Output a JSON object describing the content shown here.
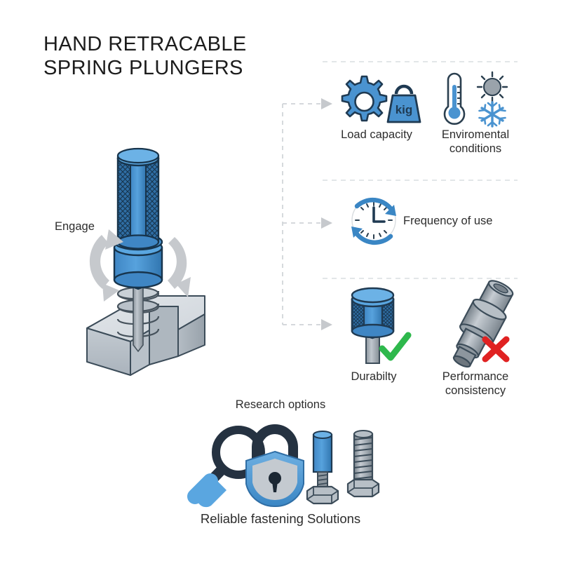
{
  "page": {
    "background": "#ffffff",
    "title": "HAND RETRACABLE\nSPRING PLUNGERS"
  },
  "colors": {
    "blue_primary": "#4a93d0",
    "blue_light": "#7dbbe6",
    "blue_dark": "#2f6ea5",
    "outline_navy": "#1f3a52",
    "gray_metal": "#9aa3ab",
    "gray_light": "#c9ced4",
    "gray_arrow": "#c6c9cd",
    "dashed_gray": "#cfd3d7",
    "green_check": "#2eb84c",
    "red_x": "#e02222",
    "text_dark": "#2d2d2d"
  },
  "illustration": {
    "name": "hand-retractable-spring-plunger-diagram",
    "engage_label": "Engage"
  },
  "features": {
    "rows": [
      {
        "id": "row-1",
        "items": [
          {
            "id": "load-capacity",
            "label": "Load capacity",
            "icons": [
              "gear-icon",
              "weight-icon"
            ],
            "weight_text": "kig"
          },
          {
            "id": "environmental-conditions",
            "label": "Enviromental\nconditions",
            "icons": [
              "thermometer-icon",
              "sun-icon",
              "snowflake-icon"
            ]
          }
        ]
      },
      {
        "id": "row-2",
        "items": [
          {
            "id": "frequency-of-use",
            "label": "Frequency of use",
            "icons": [
              "clock-refresh-icon"
            ]
          }
        ]
      },
      {
        "id": "row-3",
        "items": [
          {
            "id": "durability",
            "label": "Durabilty",
            "icons": [
              "blue-plunger-icon",
              "check-icon"
            ],
            "status": "pass"
          },
          {
            "id": "performance-consistency",
            "label": "Performance\nconsistency",
            "icons": [
              "gray-plunger-icon",
              "cross-icon"
            ],
            "status": "fail"
          }
        ]
      }
    ]
  },
  "footer": {
    "research_label": "Research options",
    "tagline": "Reliable fastening Solutions",
    "icons": [
      "magnifier-icon",
      "padlock-shield-icon",
      "blue-bolt-icon",
      "gray-bolt-icon"
    ]
  }
}
